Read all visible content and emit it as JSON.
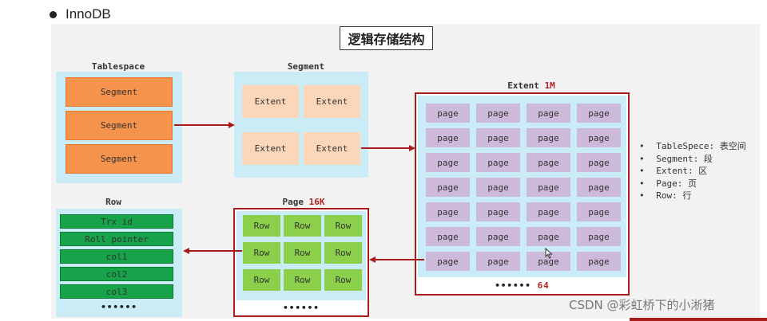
{
  "header": {
    "bullet_label": "InnoDB"
  },
  "diagram": {
    "title": "逻辑存储结构",
    "tablespace": {
      "label": "Tablespace",
      "segments": [
        "Segment",
        "Segment",
        "Segment"
      ]
    },
    "segment": {
      "label": "Segment",
      "extents": [
        "Extent",
        "Extent",
        "Extent",
        "Extent"
      ]
    },
    "extent": {
      "label": "Extent",
      "size": "1M",
      "cell_label": "page",
      "rows": 7,
      "cols": 4,
      "dots": "••••••",
      "count": "64"
    },
    "page": {
      "label": "Page",
      "size": "16K",
      "cell_label": "Row",
      "rows": 3,
      "cols": 3,
      "dots": "••••••"
    },
    "row": {
      "label": "Row",
      "fields": [
        "Trx id",
        "Roll pointer",
        "col1",
        "col2",
        "col3"
      ],
      "dots": "••••••"
    }
  },
  "legend": [
    "TableSpece: 表空间",
    "Segment: 段",
    "Extent: 区",
    "Page: 页",
    "Row: 行"
  ],
  "watermark": "CSDN @彩虹桥下的小淅猪",
  "colors": {
    "segment_fill": "#f5924b",
    "extent_fill": "#fbd6b8",
    "page_fill": "#cdbadb",
    "row_fill": "#8ccf4b",
    "field_fill": "#16a34a",
    "panel_fill": "#c9ecf7",
    "arrow": "#a81c1c"
  }
}
